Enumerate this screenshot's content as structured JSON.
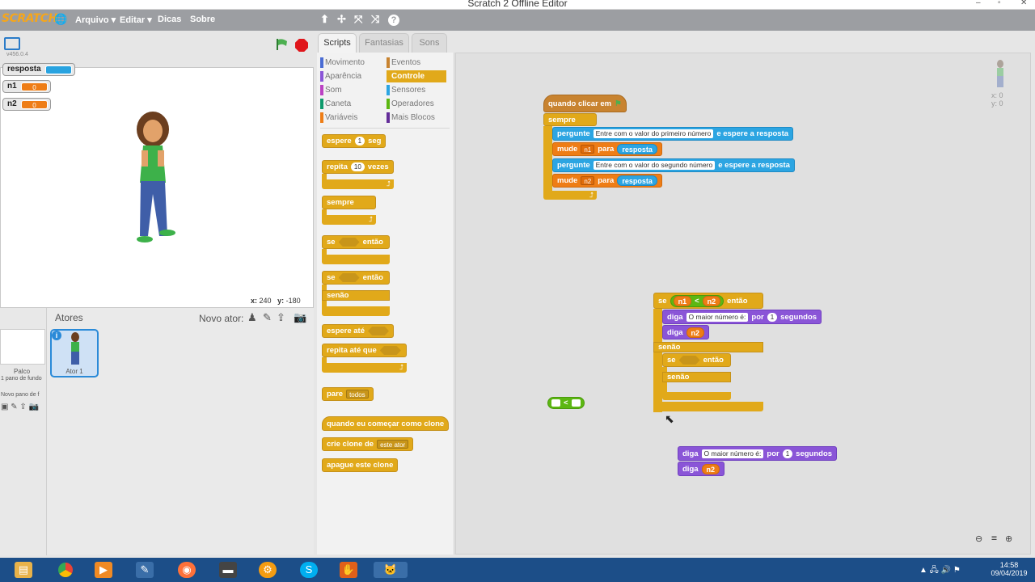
{
  "window": {
    "title": "Scratch 2 Offline Editor",
    "minimize": "–",
    "maximize": "▫",
    "close": "✕"
  },
  "menubar": {
    "logo": "SCRATCH",
    "items": [
      "Arquivo ▾",
      "Editar ▾",
      "Dicas",
      "Sobre"
    ],
    "tools": [
      "⬆",
      "✢",
      "⤧",
      "⤨",
      "?"
    ]
  },
  "stage": {
    "version": "v456.0.4",
    "monitors": [
      {
        "label": "resposta",
        "value": ""
      },
      {
        "label": "n1",
        "value": "0"
      },
      {
        "label": "n2",
        "value": "0"
      }
    ],
    "coords": {
      "x_label": "x:",
      "x": "240",
      "y_label": "y:",
      "y": "-180"
    }
  },
  "sprites": {
    "header": "Atores",
    "new_sprite_label": "Novo ator:",
    "stage_label": "Palco",
    "stage_sub": "1 pano de fundo",
    "new_backdrop": "Novo pano de f",
    "sprite_name": "Ator 1"
  },
  "tabs": [
    "Scripts",
    "Fantasias",
    "Sons"
  ],
  "categories": {
    "left": [
      {
        "name": "Movimento",
        "color": "#4a6cd4"
      },
      {
        "name": "Aparência",
        "color": "#8a55d7"
      },
      {
        "name": "Som",
        "color": "#bb42c3"
      },
      {
        "name": "Caneta",
        "color": "#0e9a6c"
      },
      {
        "name": "Variáveis",
        "color": "#ee7d16"
      }
    ],
    "right": [
      {
        "name": "Eventos",
        "color": "#c88330"
      },
      {
        "name": "Controle",
        "color": "#e1a91a",
        "active": true
      },
      {
        "name": "Sensores",
        "color": "#2ca5e2"
      },
      {
        "name": "Operadores",
        "color": "#5cb712"
      },
      {
        "name": "Mais Blocos",
        "color": "#632d99"
      }
    ]
  },
  "palette": {
    "espere": "espere",
    "espere_num": "1",
    "seg": "seg",
    "repita": "repita",
    "repita_num": "10",
    "vezes": "vezes",
    "sempre": "sempre",
    "se": "se",
    "entao": "então",
    "senao": "senão",
    "espere_ate": "espere até",
    "repita_ate": "repita até que",
    "pare": "pare",
    "pare_opt": "todos",
    "quando_clone": "quando eu começar como clone",
    "crie_clone": "crie clone de",
    "crie_clone_opt": "este ator",
    "apague_clone": "apague este clone"
  },
  "script1": {
    "hat": "quando clicar em",
    "forever": "sempre",
    "ask1_label": "pergunte",
    "ask1_text": "Entre com o valor do primeiro número",
    "ask1_wait": "e espere a resposta",
    "set1_label": "mude",
    "set1_var": "n1",
    "set1_para": "para",
    "set1_val": "resposta",
    "ask2_label": "pergunte",
    "ask2_text": "Entre com o valor do segundo número",
    "ask2_wait": "e espere a resposta",
    "set2_label": "mude",
    "set2_var": "n2",
    "set2_para": "para",
    "set2_val": "resposta"
  },
  "script2": {
    "if": "se",
    "a": "n1",
    "op": "<",
    "b": "n2",
    "then": "então",
    "say1": "diga",
    "say1_text": "O maior número é:",
    "say1_por": "por",
    "say1_n": "1",
    "say1_sec": "segundos",
    "say2": "diga",
    "say2_val": "n2",
    "else": "senão",
    "inner_if": "se",
    "inner_then": "então",
    "inner_else": "senão"
  },
  "loose_op": {
    "op": "<"
  },
  "script3": {
    "say1": "diga",
    "say1_text": "O maior número é:",
    "say1_por": "por",
    "say1_n": "1",
    "say1_sec": "segundos",
    "say2": "diga",
    "say2_val": "n2"
  },
  "sprite_info": {
    "x": "x: 0",
    "y": "y: 0"
  },
  "zoom": {
    "out": "🔍",
    "reset": "=",
    "in": "🔍"
  },
  "taskbar": {
    "time": "14:58",
    "date": "09/04/2019"
  }
}
